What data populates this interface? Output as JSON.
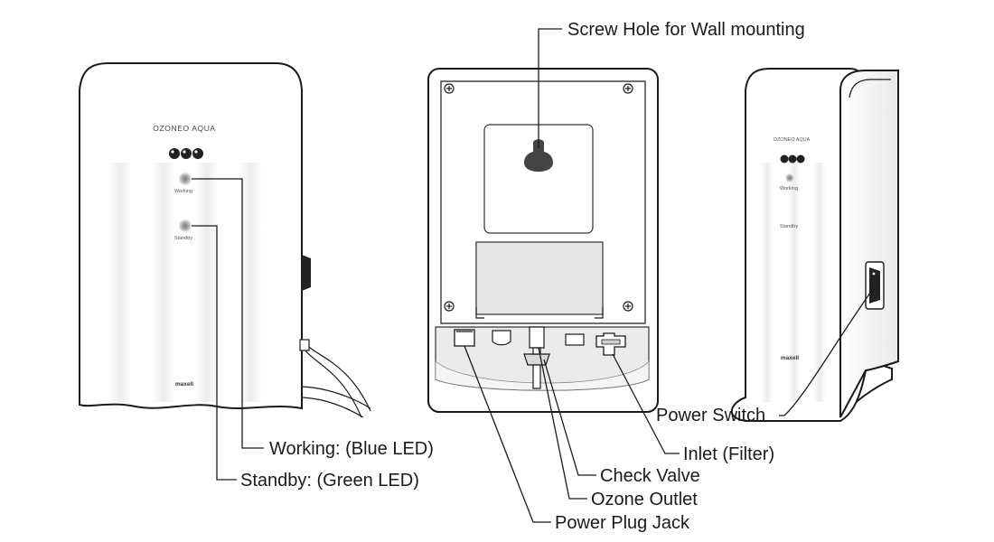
{
  "device": {
    "brand_name": "OZONEO AQUA",
    "logo": "maxell",
    "led_labels": {
      "working": "Working",
      "standby": "Standby"
    }
  },
  "callouts": {
    "screw_hole": "Screw Hole for Wall mounting",
    "working_led": "Working: (Blue LED)",
    "standby_led": "Standby: (Green LED)",
    "power_switch": "Power Switch",
    "inlet": "Inlet (Filter)",
    "check_valve": "Check Valve",
    "ozone_outlet": "Ozone Outlet",
    "power_plug_jack": "Power Plug Jack"
  },
  "icons": [
    "screw-icon",
    "keyhole-icon",
    "led-icon",
    "rocker-switch-icon"
  ]
}
